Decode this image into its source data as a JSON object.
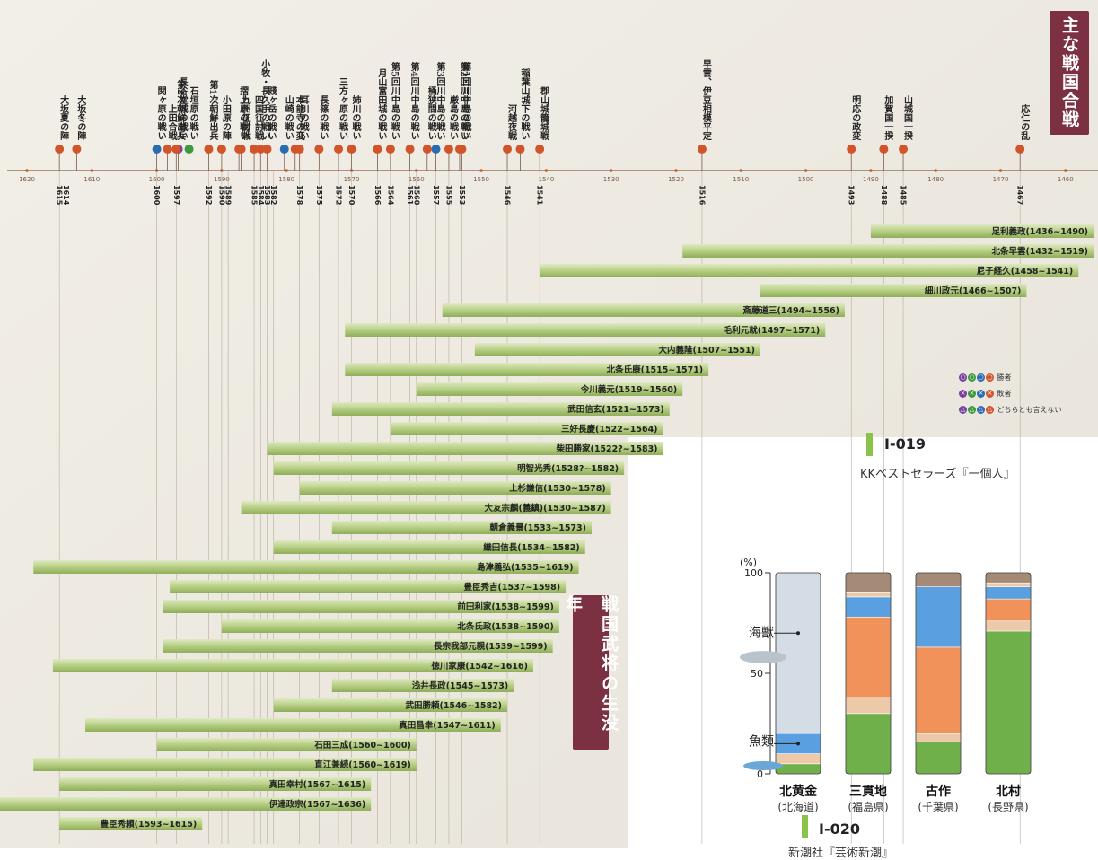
{
  "panel1": {
    "title": "主な戦国合戦",
    "years_ticks": [
      "1620",
      "1610",
      "1600",
      "1590",
      "1580",
      "1570",
      "1560",
      "1550",
      "1540",
      "1530",
      "1520",
      "1510",
      "1500",
      "1490",
      "1480",
      "1470",
      "1460"
    ],
    "event_year_labels": [
      {
        "label": "1615"
      },
      {
        "label": "1614"
      },
      {
        "label": "1600"
      },
      {
        "label": "1597"
      },
      {
        "label": "1592"
      },
      {
        "label": "1590"
      },
      {
        "label": "1589"
      },
      {
        "label": "1585"
      },
      {
        "label": "1584"
      },
      {
        "label": "1583"
      },
      {
        "label": "1582"
      },
      {
        "label": "1578"
      },
      {
        "label": "1575"
      },
      {
        "label": "1572"
      },
      {
        "label": "1570"
      },
      {
        "label": "1566"
      },
      {
        "label": "1564"
      },
      {
        "label": "1561"
      },
      {
        "label": "1560"
      },
      {
        "label": "1557"
      },
      {
        "label": "1555"
      },
      {
        "label": "1553"
      },
      {
        "label": "1546"
      },
      {
        "label": "1541"
      },
      {
        "label": "1516"
      },
      {
        "label": "1493"
      },
      {
        "label": "1488"
      },
      {
        "label": "1485"
      },
      {
        "label": "1467"
      }
    ],
    "battles": [
      {
        "name": "大坂夏の陣",
        "year": 1615,
        "color": "#d2542a"
      },
      {
        "name": "大坂冬の陣",
        "year": 1614,
        "color": "#d2542a"
      },
      {
        "name": "関ヶ原の戦い",
        "year": 1600,
        "color": "#2b6cb0"
      },
      {
        "name": "上田合戦",
        "year": 1600,
        "color": "#d2542a"
      },
      {
        "name": "長谷堂城の戦い",
        "year": 1600,
        "color": "#7b3fa0"
      },
      {
        "name": "石垣原の戦い",
        "year": 1600,
        "color": "#3c9a3c"
      },
      {
        "name": "第2次朝鮮出兵",
        "year": 1597,
        "color": "#d2542a"
      },
      {
        "name": "第1次朝鮮出兵",
        "year": 1592,
        "color": "#d2542a"
      },
      {
        "name": "小田原の陣",
        "year": 1590,
        "color": "#d2542a"
      },
      {
        "name": "摺上原の戦い",
        "year": 1589,
        "color": "#d2542a"
      },
      {
        "name": "九州征討戦",
        "year": 1587,
        "color": "#d2542a"
      },
      {
        "name": "四国征討戦",
        "year": 1585,
        "color": "#d2542a"
      },
      {
        "name": "小牧・長久手の戦い",
        "year": 1584,
        "color": "#d2542a"
      },
      {
        "name": "賤ヶ岳の戦い",
        "year": 1583,
        "color": "#d2542a"
      },
      {
        "name": "山崎の戦い",
        "year": 1582,
        "color": "#2b6cb0"
      },
      {
        "name": "本能寺の変",
        "year": 1582,
        "color": "#d2542a"
      },
      {
        "name": "耳川の戦い",
        "year": 1578,
        "color": "#d2542a"
      },
      {
        "name": "長篠の戦い",
        "year": 1575,
        "color": "#d2542a"
      },
      {
        "name": "三方ヶ原の戦い",
        "year": 1572,
        "color": "#d2542a"
      },
      {
        "name": "姉川の戦い",
        "year": 1570,
        "color": "#d2542a"
      },
      {
        "name": "月山富田城の戦い",
        "year": 1566,
        "color": "#d2542a"
      },
      {
        "name": "第5回川中島の戦い",
        "year": 1564,
        "color": "#d2542a"
      },
      {
        "name": "第4回川中島の戦い",
        "year": 1561,
        "color": "#d2542a"
      },
      {
        "name": "桶狭間の戦い",
        "year": 1560,
        "color": "#d2542a"
      },
      {
        "name": "第3回川中島の戦い",
        "year": 1557,
        "color": "#2b6cb0"
      },
      {
        "name": "厳島の戦い",
        "year": 1555,
        "color": "#d2542a"
      },
      {
        "name": "第2回川中島の戦い",
        "year": 1555,
        "color": "#d2542a"
      },
      {
        "name": "第1回川中島の戦い",
        "year": 1553,
        "color": "#d2542a"
      },
      {
        "name": "河越夜戦",
        "year": 1546,
        "color": "#d2542a"
      },
      {
        "name": "稲葉山城下の戦い",
        "year": 1544,
        "color": "#d2542a"
      },
      {
        "name": "郡山城籠城戦",
        "year": 1541,
        "color": "#d2542a"
      },
      {
        "name": "早雲、伊豆相模平定",
        "year": 1516,
        "color": "#d2542a"
      },
      {
        "name": "明応の政変",
        "year": 1493,
        "color": "#d2542a"
      },
      {
        "name": "加賀国一揆",
        "year": 1488,
        "color": "#d2542a"
      },
      {
        "name": "山城国一揆",
        "year": 1485,
        "color": "#d2542a"
      },
      {
        "name": "応仁の乱",
        "year": 1467,
        "color": "#d2542a"
      }
    ],
    "warlords": [
      {
        "name": "足利義政",
        "dates": "(1436~1490)",
        "birth": 1436,
        "death": 1490
      },
      {
        "name": "北条早雲",
        "dates": "(1432~1519)",
        "birth": 1432,
        "death": 1519
      },
      {
        "name": "尼子経久",
        "dates": "(1458~1541)",
        "birth": 1458,
        "death": 1541
      },
      {
        "name": "細川政元",
        "dates": "(1466~1507)",
        "birth": 1466,
        "death": 1507
      },
      {
        "name": "斎藤道三",
        "dates": "(1494~1556)",
        "birth": 1494,
        "death": 1556
      },
      {
        "name": "毛利元就",
        "dates": "(1497~1571)",
        "birth": 1497,
        "death": 1571
      },
      {
        "name": "大内義隆",
        "dates": "(1507~1551)",
        "birth": 1507,
        "death": 1551
      },
      {
        "name": "北条氏康",
        "dates": "(1515~1571)",
        "birth": 1515,
        "death": 1571
      },
      {
        "name": "今川義元",
        "dates": "(1519~1560)",
        "birth": 1519,
        "death": 1560
      },
      {
        "name": "武田信玄",
        "dates": "(1521~1573)",
        "birth": 1521,
        "death": 1573
      },
      {
        "name": "三好長慶",
        "dates": "(1522~1564)",
        "birth": 1522,
        "death": 1564
      },
      {
        "name": "柴田勝家",
        "dates": "(1522?~1583)",
        "birth": 1522,
        "death": 1583
      },
      {
        "name": "明智光秀",
        "dates": "(1528?~1582)",
        "birth": 1528,
        "death": 1582
      },
      {
        "name": "上杉謙信",
        "dates": "(1530~1578)",
        "birth": 1530,
        "death": 1578
      },
      {
        "name": "大友宗麟(義鎮)",
        "dates": "(1530~1587)",
        "birth": 1530,
        "death": 1587
      },
      {
        "name": "朝倉義景",
        "dates": "(1533~1573)",
        "birth": 1533,
        "death": 1573
      },
      {
        "name": "織田信長",
        "dates": "(1534~1582)",
        "birth": 1534,
        "death": 1582
      },
      {
        "name": "島津義弘",
        "dates": "(1535~1619)",
        "birth": 1535,
        "death": 1619
      },
      {
        "name": "豊臣秀吉",
        "dates": "(1537~1598)",
        "birth": 1537,
        "death": 1598
      },
      {
        "name": "前田利家",
        "dates": "(1538~1599)",
        "birth": 1538,
        "death": 1599
      },
      {
        "name": "北条氏政",
        "dates": "(1538~1590)",
        "birth": 1538,
        "death": 1590
      },
      {
        "name": "長宗我部元親",
        "dates": "(1539~1599)",
        "birth": 1539,
        "death": 1599
      },
      {
        "name": "徳川家康",
        "dates": "(1542~1616)",
        "birth": 1542,
        "death": 1616
      },
      {
        "name": "浅井長政",
        "dates": "(1545~1573)",
        "birth": 1545,
        "death": 1573
      },
      {
        "name": "武田勝頼",
        "dates": "(1546~1582)",
        "birth": 1546,
        "death": 1582
      },
      {
        "name": "真田昌幸",
        "dates": "(1547~1611)",
        "birth": 1547,
        "death": 1611
      },
      {
        "name": "石田三成",
        "dates": "(1560~1600)",
        "birth": 1560,
        "death": 1600
      },
      {
        "name": "直江兼続",
        "dates": "(1560~1619)",
        "birth": 1560,
        "death": 1619
      },
      {
        "name": "真田幸村",
        "dates": "(1567~1615)",
        "birth": 1567,
        "death": 1615
      },
      {
        "name": "伊達政宗",
        "dates": "(1567~1636)",
        "birth": 1567,
        "death": 1636
      },
      {
        "name": "豊臣秀頼",
        "dates": "(1593~1615)",
        "birth": 1593,
        "death": 1615
      }
    ],
    "legend": {
      "win": "勝者",
      "lose": "敗者",
      "draw": "どちらとも言えない",
      "colors": [
        "#7b3fa0",
        "#3c9a3c",
        "#2b6cb0",
        "#d2542a"
      ]
    },
    "side_title": "戦国武将の生没年",
    "caption_code": "I-019",
    "caption_source": "KKベストセラーズ『一個人』"
  },
  "chart_data": {
    "type": "bar",
    "stacked": true,
    "title": "",
    "ylabel": "(%)",
    "yticks": [
      "100",
      "50",
      "0"
    ],
    "ylim": [
      0,
      100
    ],
    "categories": [
      "北黄金",
      "三貫地",
      "古作",
      "北村"
    ],
    "category_sublabels": [
      "(北海道)",
      "(福島県)",
      "(千葉県)",
      "(長野県)"
    ],
    "series": [
      {
        "name": "",
        "color": "#6fb04a",
        "values": [
          5,
          30,
          16,
          71
        ]
      },
      {
        "name": "",
        "color": "#ecc9a8",
        "values": [
          5,
          8,
          4,
          5
        ]
      },
      {
        "name": "魚類",
        "color": "#5aa0e0",
        "values": [
          10,
          0,
          0,
          0
        ]
      },
      {
        "name": "",
        "color": "#f0925a",
        "values": [
          0,
          40,
          43,
          11
        ]
      },
      {
        "name": "",
        "color": "#5aa0e0",
        "values": [
          0,
          10,
          30,
          6
        ]
      },
      {
        "name": "",
        "color": "#ecc9a8",
        "values": [
          0,
          2,
          0,
          2
        ]
      },
      {
        "name": "海獣",
        "color": "#d4dde6",
        "values": [
          80,
          0,
          0,
          0
        ]
      },
      {
        "name": "",
        "color": "#a58a78",
        "values": [
          0,
          10,
          7,
          5
        ]
      }
    ],
    "annotations": [
      "海獣",
      "魚類"
    ],
    "caption_code": "I-020",
    "caption_source": "新潮社『芸術新潮』"
  }
}
